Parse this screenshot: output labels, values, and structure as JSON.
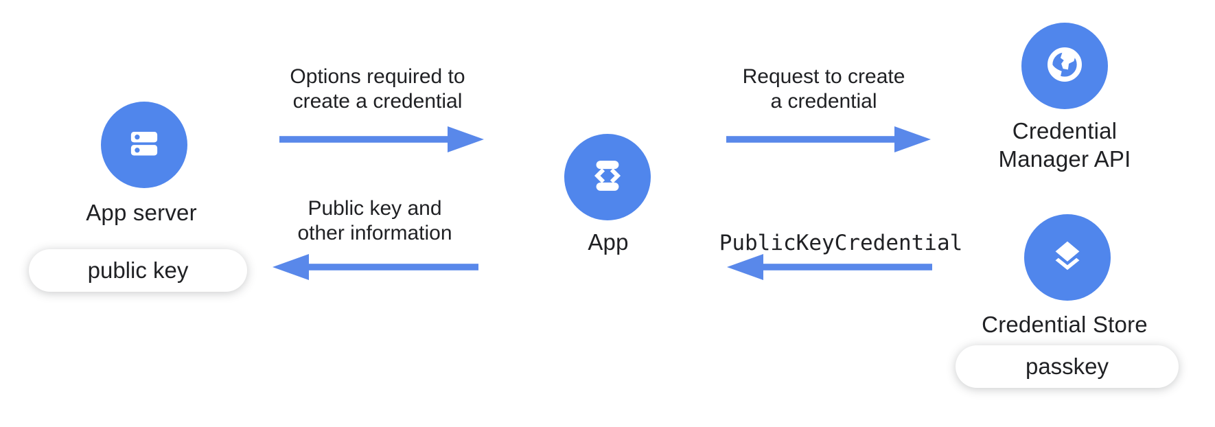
{
  "diagram": {
    "background": "#FFFFFF",
    "colors": {
      "node_blue": "#5086EC",
      "arrow_blue": "#5988EA",
      "text_dark": "#202124",
      "pill_bg": "#FFFFFF"
    },
    "nodes": {
      "app_server": {
        "label": "App server",
        "icon": "server-icon",
        "badge": "public key"
      },
      "app": {
        "label": "App",
        "icon": "phone-code-icon"
      },
      "credential_manager_api": {
        "label_line1": "Credential",
        "label_line2": "Manager API",
        "icon": "globe-icon"
      },
      "credential_store": {
        "label": "Credential Store",
        "icon": "layers-icon",
        "badge": "passkey"
      }
    },
    "arrows": {
      "options": {
        "direction": "right",
        "from": "App server",
        "to": "App",
        "label_line1": "Options required to",
        "label_line2": "create a credential"
      },
      "public_key_return": {
        "direction": "left",
        "from": "App",
        "to": "App server",
        "label_line1": "Public key and",
        "label_line2": "other information"
      },
      "request_create": {
        "direction": "right",
        "from": "App",
        "to": "Credential Manager API",
        "label_line1": "Request to create",
        "label_line2": "a credential"
      },
      "public_key_credential": {
        "direction": "left",
        "from": "Credential Store",
        "to": "App",
        "label": "PublicKeyCredential",
        "mono": true
      }
    }
  }
}
